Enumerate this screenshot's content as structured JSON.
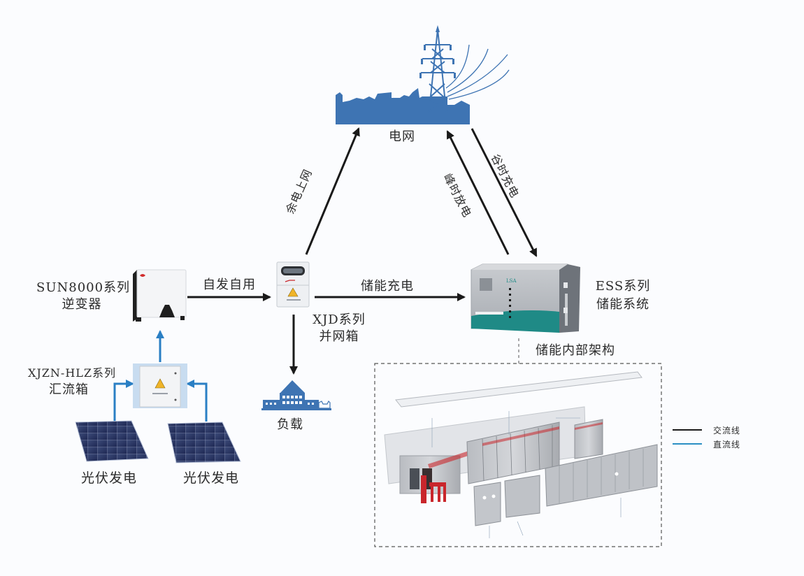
{
  "diagram": {
    "nodes": {
      "grid": {
        "label": "电网"
      },
      "inverter": {
        "label_line1": "SUN8000系列",
        "label_line2": "逆变器"
      },
      "grid_box": {
        "label_line1": "XJD系列",
        "label_line2": "并网箱"
      },
      "ess": {
        "label_line1": "ESS系列",
        "label_line2": "储能系统"
      },
      "combiner": {
        "label_line1": "XJZN-HLZ系列",
        "label_line2": "汇流箱"
      },
      "load": {
        "label": "负载"
      },
      "pv_left": {
        "label": "光伏发电"
      },
      "pv_right": {
        "label": "光伏发电"
      },
      "internal": {
        "label": "储能内部架构"
      }
    },
    "edges": {
      "self_use": {
        "label": "自发自用",
        "from": "inverter",
        "to": "grid_box",
        "type": "ac"
      },
      "surplus_to_grid": {
        "label": "余电上网",
        "from": "grid_box",
        "to": "grid",
        "type": "ac"
      },
      "storage_charge": {
        "label": "储能充电",
        "from": "grid_box",
        "to": "ess",
        "type": "ac"
      },
      "peak_discharge": {
        "label": "峰时放电",
        "from": "ess",
        "to": "grid",
        "type": "ac"
      },
      "valley_charge": {
        "label": "谷时充电",
        "from": "grid",
        "to": "ess",
        "type": "ac"
      },
      "to_load": {
        "label": "",
        "from": "grid_box",
        "to": "load",
        "type": "ac"
      },
      "combiner_to_inverter": {
        "label": "",
        "from": "combiner",
        "to": "inverter",
        "type": "dc"
      },
      "pv_left_to_combiner": {
        "label": "",
        "from": "pv_left",
        "to": "combiner",
        "type": "dc"
      },
      "pv_right_to_combiner": {
        "label": "",
        "from": "pv_right",
        "to": "combiner",
        "type": "dc"
      }
    },
    "legend": [
      {
        "label": "交流线",
        "color": "#1a1a1a"
      },
      {
        "label": "直流线",
        "color": "#2a8fc4"
      }
    ],
    "colors": {
      "ac_line": "#1a1a1a",
      "dc_line": "#2a7fc4",
      "grid_blue": "#3e74b3",
      "ess_teal": "#1f8a86",
      "accent_red": "#c9262c"
    }
  }
}
